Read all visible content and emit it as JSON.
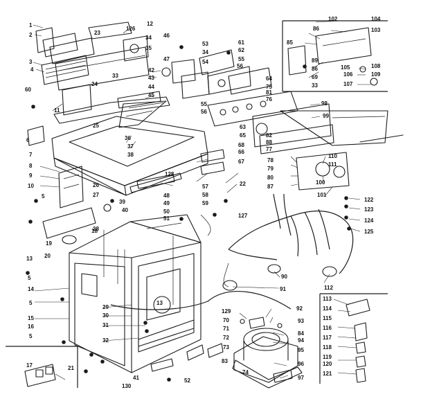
{
  "diagram": {
    "callouts": [
      "1",
      "2",
      "3",
      "4",
      "5",
      "5",
      "5",
      "5",
      "6",
      "7",
      "8",
      "9",
      "10",
      "11",
      "12",
      "13",
      "13",
      "14",
      "15",
      "16",
      "17",
      "18",
      "19",
      "20",
      "21",
      "22",
      "23",
      "24",
      "25",
      "26",
      "27",
      "28",
      "29",
      "30",
      "31",
      "32",
      "33",
      "33",
      "34",
      "34",
      "35",
      "36",
      "37",
      "38",
      "39",
      "40",
      "41",
      "42",
      "43",
      "44",
      "45",
      "46",
      "47",
      "48",
      "49",
      "50",
      "51",
      "52",
      "53",
      "54",
      "55",
      "55",
      "56",
      "56",
      "57",
      "58",
      "59",
      "60",
      "61",
      "62",
      "63",
      "64",
      "65",
      "66",
      "67",
      "68",
      "69",
      "70",
      "71",
      "72",
      "73",
      "74",
      "75",
      "76",
      "77",
      "78",
      "79",
      "80",
      "81",
      "82",
      "83",
      "84",
      "85",
      "86",
      "86",
      "87",
      "88",
      "89",
      "90",
      "91",
      "92",
      "93",
      "94",
      "95",
      "96",
      "97",
      "98",
      "99",
      "100",
      "101",
      "102",
      "103",
      "104",
      "105",
      "106",
      "107",
      "108",
      "109",
      "110",
      "111",
      "112",
      "113",
      "114",
      "115",
      "116",
      "117",
      "118",
      "119",
      "120",
      "121",
      "122",
      "123",
      "124",
      "125",
      "126",
      "127",
      "128",
      "129",
      "130"
    ]
  }
}
